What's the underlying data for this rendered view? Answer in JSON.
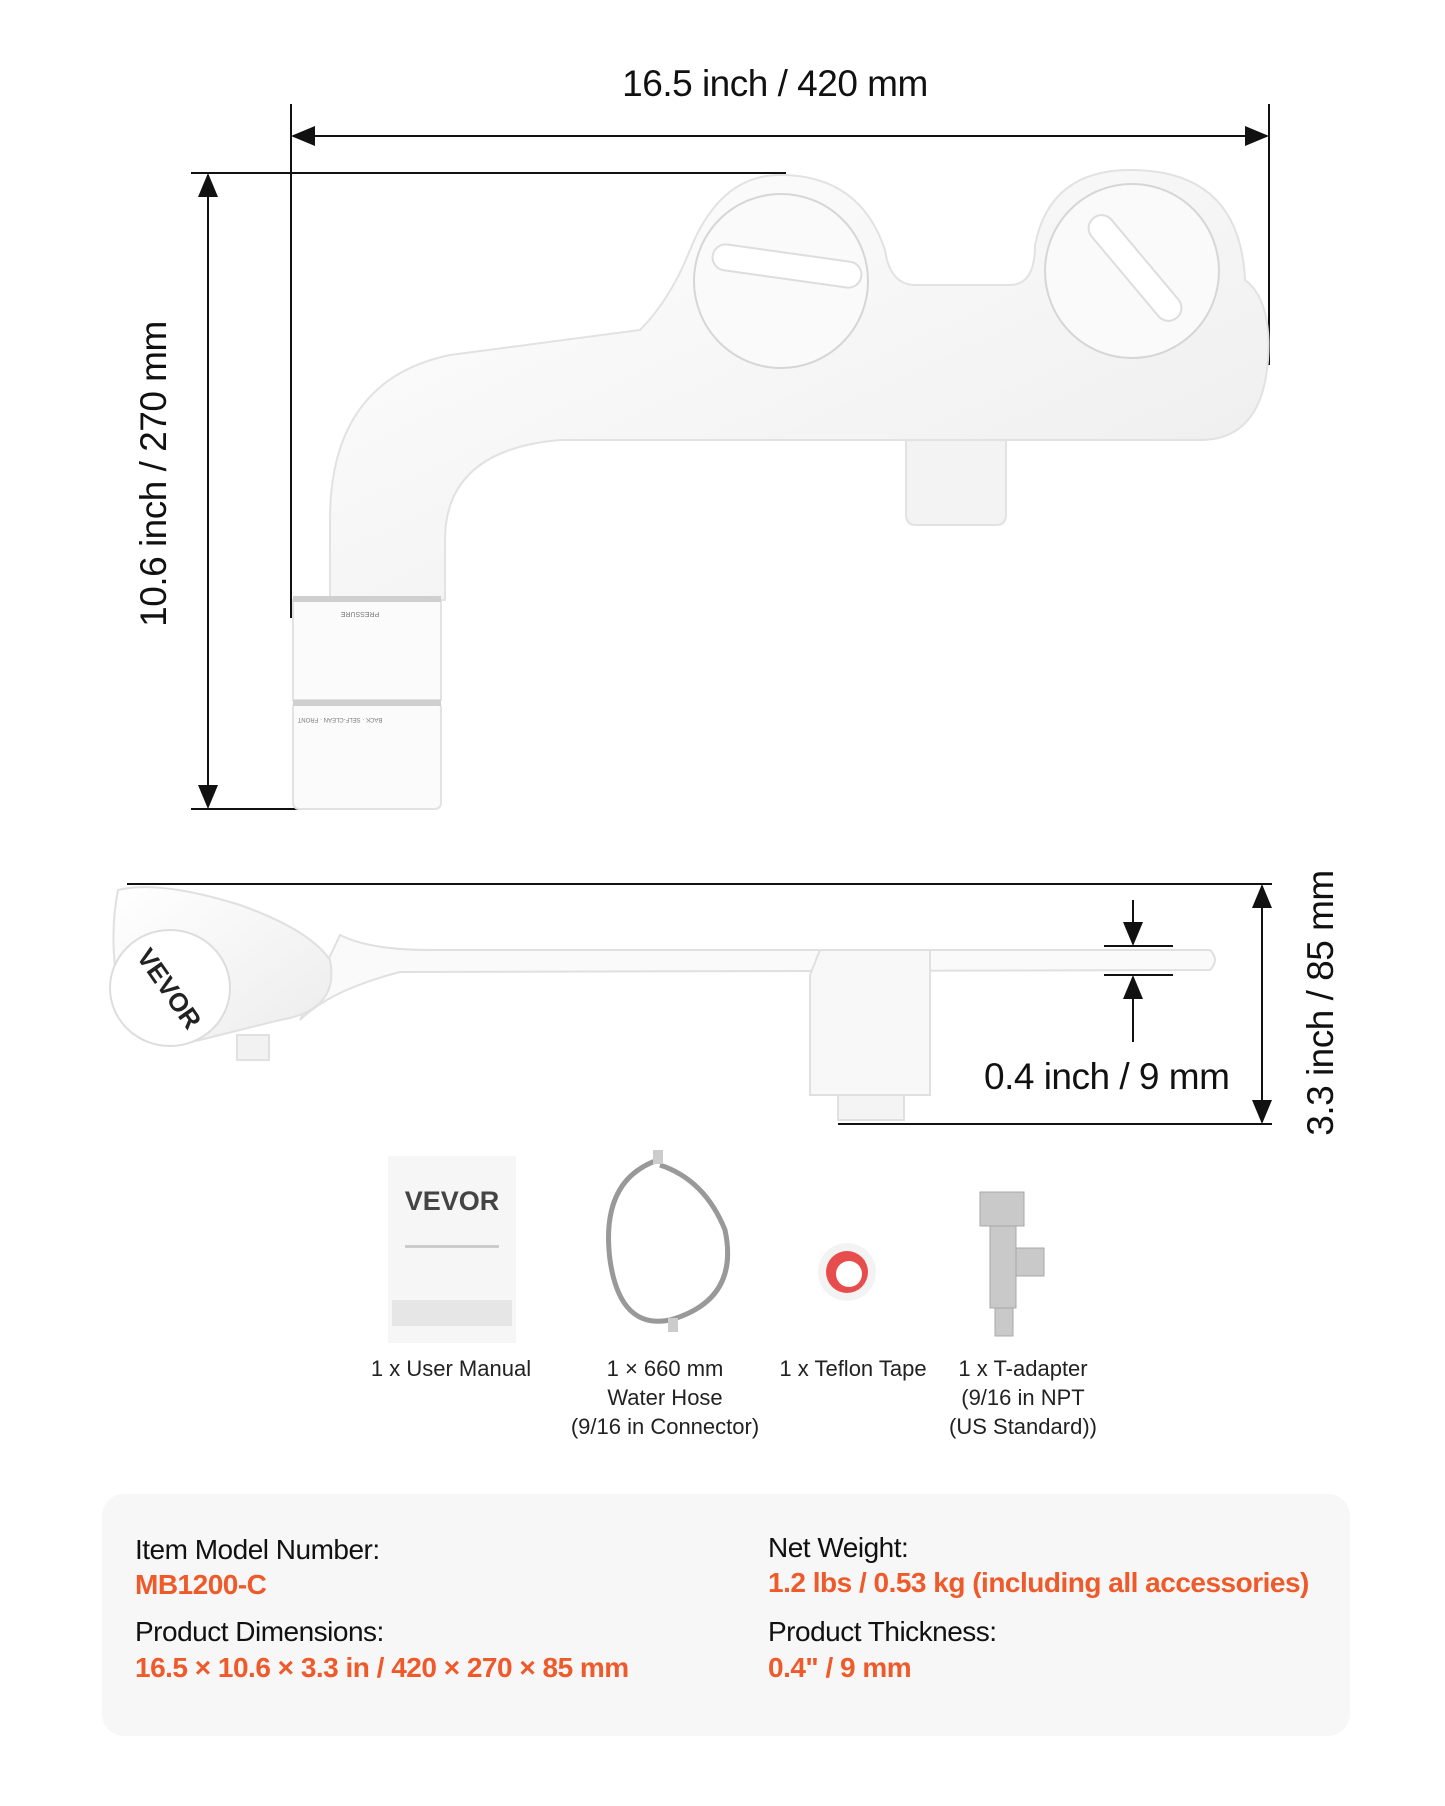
{
  "dimensions": {
    "width_label": "16.5 inch / 420 mm",
    "height_label": "10.6 inch / 270 mm",
    "depth_label": "3.3 inch / 85 mm",
    "thickness_label": "0.4 inch / 9 mm"
  },
  "product": {
    "brand_logo": "VEVOR",
    "dial_labels": [
      "PRESSURE",
      "BACK · SELF-CLEAN · FRONT"
    ]
  },
  "accessories": [
    {
      "lines": [
        "1 x User Manual"
      ],
      "image": "user-manual",
      "logo": "VEVOR"
    },
    {
      "lines": [
        "1 × 660 mm",
        "Water Hose",
        "(9/16 in Connector)"
      ],
      "image": "water-hose"
    },
    {
      "lines": [
        "1 x Teflon Tape"
      ],
      "image": "teflon-tape"
    },
    {
      "lines": [
        "1 x T-adapter",
        "(9/16 in NPT",
        "(US Standard))"
      ],
      "image": "t-adapter"
    }
  ],
  "specs": {
    "model": {
      "label": "Item Model Number:",
      "value": "MB1200-C"
    },
    "weight": {
      "label": "Net Weight:",
      "value": "1.2 lbs / 0.53 kg (including all accessories)"
    },
    "dimensions": {
      "label": "Product Dimensions:",
      "value": "16.5 × 10.6 × 3.3 in / 420 × 270 × 85 mm"
    },
    "thickness": {
      "label": "Product Thickness:",
      "value": "0.4\" / 9 mm"
    }
  },
  "colors": {
    "accent": "#ef5a2b",
    "spec_background": "#f7f7f7"
  }
}
